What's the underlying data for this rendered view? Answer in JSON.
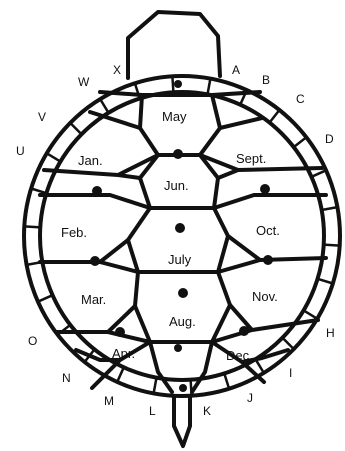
{
  "scutes": {
    "may": "May",
    "jan": "Jan.",
    "sept": "Sept.",
    "jun": "Jun.",
    "feb": "Feb.",
    "oct": "Oct.",
    "july": "July",
    "mar": "Mar.",
    "nov": "Nov.",
    "aug": "Aug.",
    "apr": "Apr.",
    "dec": "Dec."
  },
  "marginal_letters": {
    "x": "X",
    "a": "A",
    "w": "W",
    "b": "B",
    "c": "C",
    "v": "V",
    "d": "D",
    "u": "U",
    "o": "O",
    "h": "H",
    "n": "N",
    "i": "I",
    "m": "M",
    "j": "J",
    "l": "L",
    "k": "K"
  }
}
